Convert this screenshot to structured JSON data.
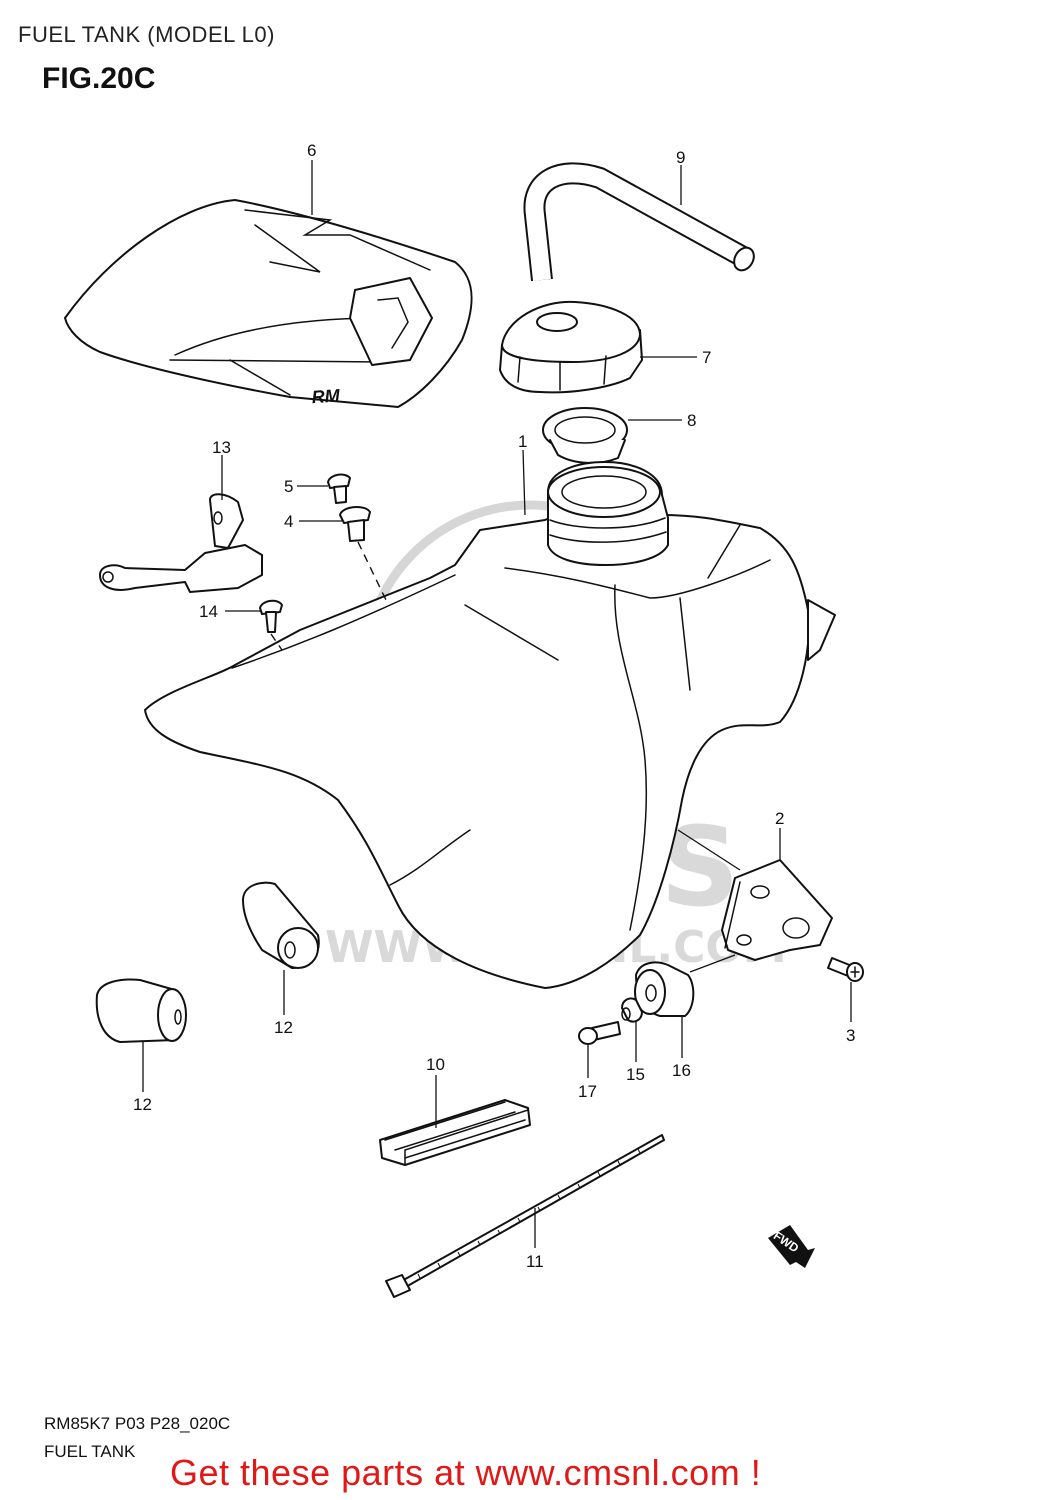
{
  "header": {
    "title": "FUEL TANK (MODEL L0)",
    "figure": "FIG.20C"
  },
  "watermark": {
    "logo_text": "CMS",
    "url_text": "WWW.CMSNL.COM"
  },
  "parts": [
    {
      "ref": "1"
    },
    {
      "ref": "2"
    },
    {
      "ref": "3"
    },
    {
      "ref": "4"
    },
    {
      "ref": "5"
    },
    {
      "ref": "6"
    },
    {
      "ref": "7"
    },
    {
      "ref": "8"
    },
    {
      "ref": "9"
    },
    {
      "ref": "10"
    },
    {
      "ref": "11"
    },
    {
      "ref": "12"
    },
    {
      "ref": "12"
    },
    {
      "ref": "13"
    },
    {
      "ref": "14"
    },
    {
      "ref": "15"
    },
    {
      "ref": "16"
    },
    {
      "ref": "17"
    }
  ],
  "decal": {
    "logo_text": "RM"
  },
  "fwd_badge": {
    "label": "FWD"
  },
  "footer": {
    "code": "RM85K7 P03 P28_020C",
    "name": "FUEL TANK",
    "promo": "Get these parts at www.cmsnl.com !"
  }
}
